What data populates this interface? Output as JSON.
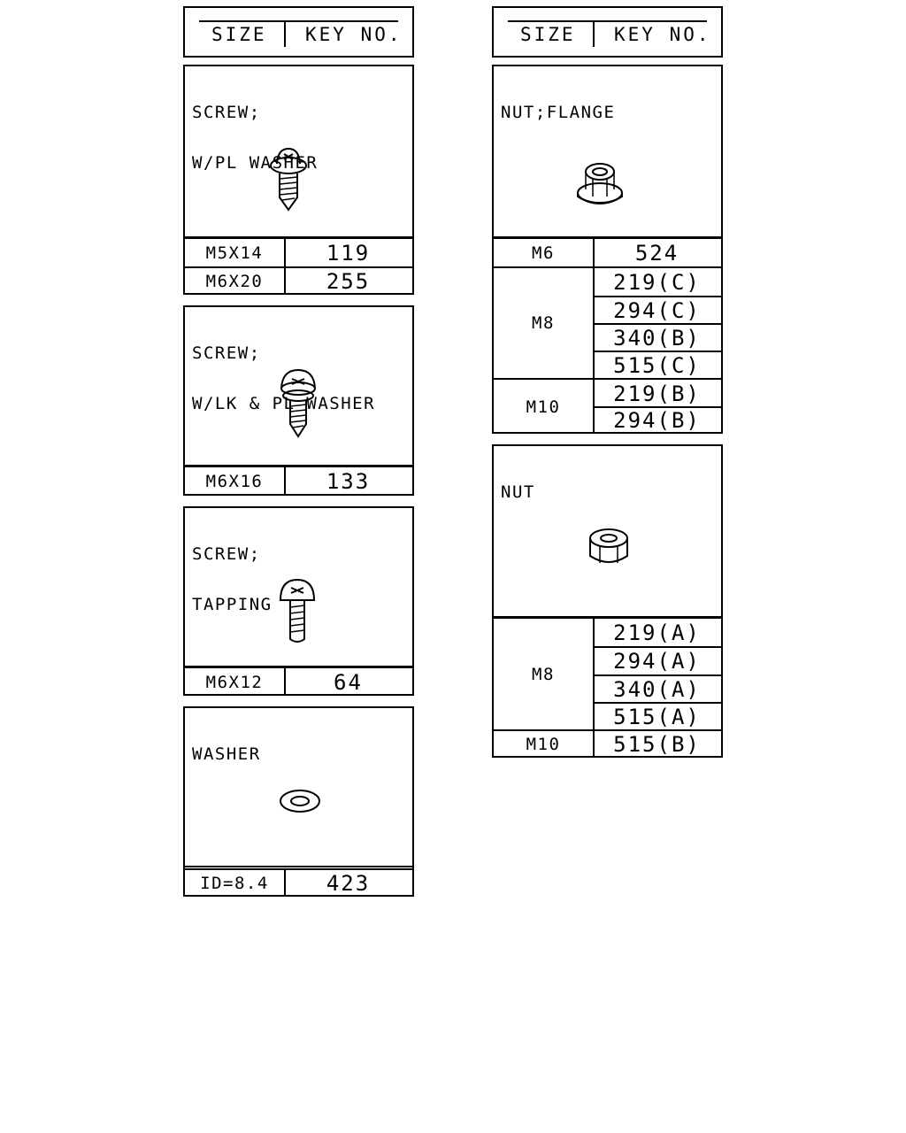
{
  "left_header": {
    "size": "SIZE",
    "key": "KEY NO."
  },
  "right_header": {
    "size": "SIZE",
    "key": "KEY NO."
  },
  "screw_pl_washer": {
    "title_line1": "SCREW;",
    "title_line2": "W/PL WASHER",
    "rows": [
      {
        "size": "M5X14",
        "key": "119"
      },
      {
        "size": "M6X20",
        "key": "255"
      }
    ]
  },
  "screw_lk_pl_washer": {
    "title_line1": "SCREW;",
    "title_line2": "W/LK & PL WASHER",
    "rows": [
      {
        "size": "M6X16",
        "key": "133"
      }
    ]
  },
  "screw_tapping": {
    "title_line1": "SCREW;",
    "title_line2": "TAPPING",
    "rows": [
      {
        "size": "M6X12",
        "key": "64"
      }
    ]
  },
  "washer": {
    "title_line1": "WASHER",
    "rows": [
      {
        "size": "ID=8.4",
        "key": "423"
      }
    ]
  },
  "nut_flange": {
    "title_line1": "NUT;FLANGE",
    "m6": {
      "size": "M6",
      "key": "524"
    },
    "m8": {
      "size": "M8",
      "keys": [
        "219(C)",
        "294(C)",
        "340(B)",
        "515(C)"
      ]
    },
    "m10": {
      "size": "M10",
      "keys": [
        "219(B)",
        "294(B)"
      ]
    }
  },
  "nut": {
    "title_line1": "NUT",
    "m8": {
      "size": "M8",
      "keys": [
        "219(A)",
        "294(A)",
        "340(A)",
        "515(A)"
      ]
    },
    "m10": {
      "size": "M10",
      "key": "515(B)"
    }
  },
  "icons": [
    "pan-head-screw-washer-icon",
    "pan-head-screw-lock-washer-icon",
    "tapping-screw-icon",
    "flat-washer-icon",
    "flange-nut-icon",
    "hex-nut-icon"
  ]
}
